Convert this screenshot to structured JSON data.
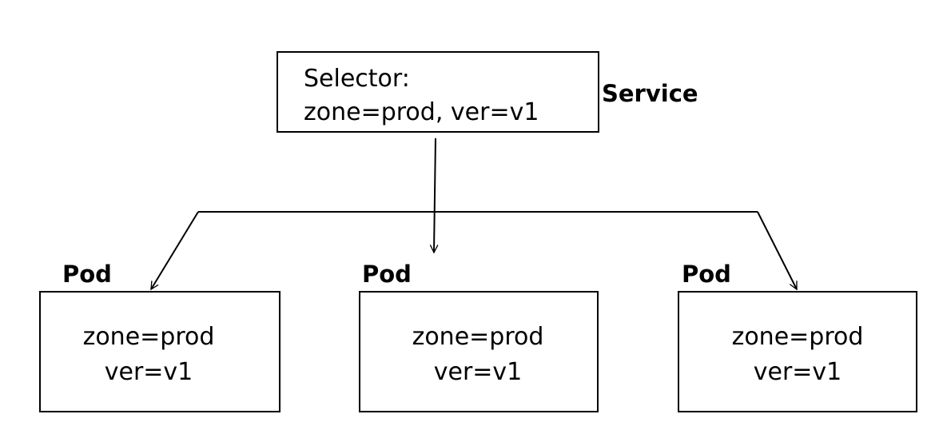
{
  "service": {
    "label": "Service",
    "selector_title": "Selector:",
    "selector_value": "zone=prod, ver=v1"
  },
  "pods": [
    {
      "label": "Pod",
      "zone": "zone=prod",
      "ver": "ver=v1"
    },
    {
      "label": "Pod",
      "zone": "zone=prod",
      "ver": "ver=v1"
    },
    {
      "label": "Pod",
      "zone": "zone=prod",
      "ver": "ver=v1"
    }
  ],
  "colors": {
    "stroke": "#000000",
    "background": "#ffffff"
  }
}
